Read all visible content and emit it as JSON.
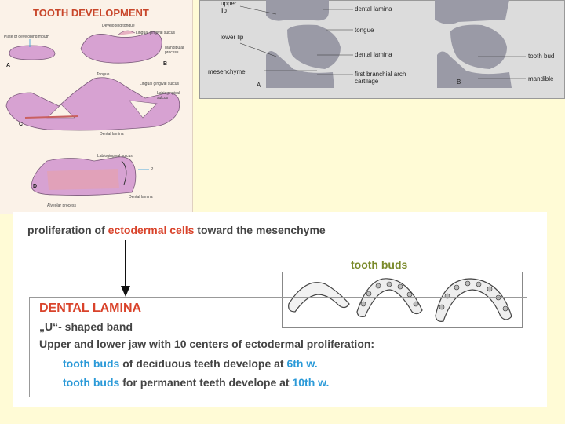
{
  "left_panel": {
    "title": "TOOTH DEVELOPMENT",
    "labels": {
      "a_top_left": "Plate of developing mouth",
      "a_top_mid1": "Developing tongue",
      "a_top_mid2": "Lingual gingival sulcus",
      "a_right": "Mandibular process",
      "c_tongue": "Tongue",
      "c_lingual": "Lingual gingival sulcus",
      "c_labial": "Labiogingival sulcus",
      "c_dental": "Dental lamina",
      "d_label1": "Labiogingival sulcus",
      "d_p": "P",
      "d_dental": "Dental lamina",
      "d_alveolar": "Alveolar process"
    },
    "letters": {
      "a": "A",
      "b": "B",
      "c": "C",
      "d": "D"
    }
  },
  "right_panel": {
    "labels": {
      "upper_lip": "upper lip",
      "lower_lip": "lower lip",
      "mesenchyme": "mesenchyme",
      "dental_lamina_top": "dental lamina",
      "tongue": "tongue",
      "dental_lamina_mid": "dental lamina",
      "first_branchial": "first branchial arch cartilage",
      "tooth_bud": "tooth bud",
      "mandible": "mandible",
      "letter_a": "A",
      "letter_b": "B"
    }
  },
  "bottom": {
    "prolif_part1": "proliferation of ",
    "prolif_red": "ectodermal cells",
    "prolif_part2": " toward the mesenchyme",
    "tooth_buds": "tooth buds",
    "lamina_title": "DENTAL LAMINA",
    "line1": "„U“- shaped band",
    "line2": "Upper and lower jaw with 10 centers of ectodermal proliferation:",
    "line3_blue": "tooth buds",
    "line3_mid": " of deciduous teeth develope at ",
    "line3_end": "6th w.",
    "line4_blue": "tooth buds",
    "line4_mid": " for permanent teeth develope at ",
    "line4_end": "10th w."
  },
  "colors": {
    "background": "#fffbd6",
    "accent_red": "#d9432b",
    "accent_blue": "#2b9ad8",
    "olive": "#7a8a2a"
  }
}
